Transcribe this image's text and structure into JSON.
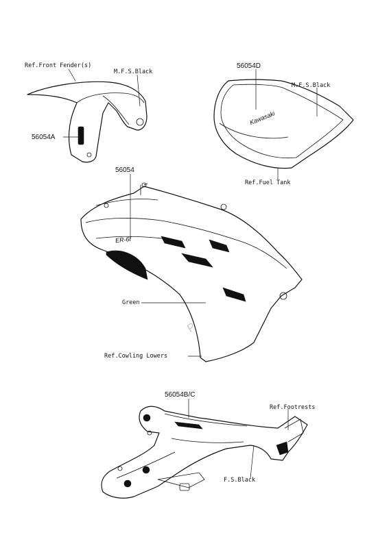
{
  "watermark": "PartsRepublik",
  "decal_logos": {
    "tank": "Kawasaki",
    "cowling": "ER-6f"
  },
  "labels": {
    "front_fender_ref": "Ref.Front Fender(s)",
    "fender_mfs_black": "M.F.S.Black",
    "part_56054A": "56054A",
    "part_56054D": "56054D",
    "tank_mfs_black": "M.F.S.Black",
    "fuel_tank_ref": "Ref.Fuel Tank",
    "part_56054": "56054",
    "green": "Green",
    "cowling_lowers_ref": "Ref.Cowling Lowers",
    "part_56054BC": "56054B/C",
    "footrests_ref": "Ref.Footrests",
    "fs_black": "F.S.Black"
  }
}
